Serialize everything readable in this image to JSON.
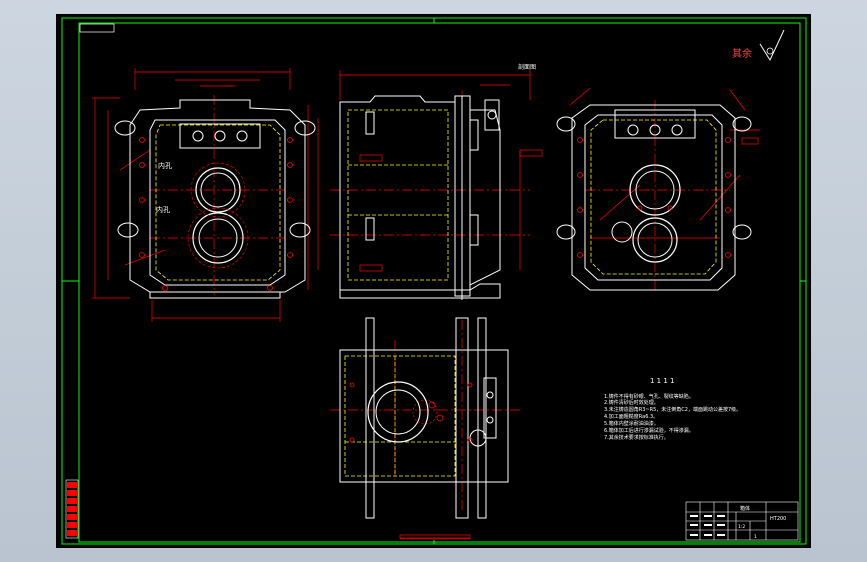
{
  "drawing": {
    "roughness_label": "其余",
    "view_labels": {
      "front_hole_label_1": "内孔",
      "front_hole_label_2": "内孔",
      "section_label": "剖面图"
    },
    "notes": {
      "heading": "1 1 1 1",
      "lines": [
        "1.铸件不得有砂眼、气孔、裂纹等缺陷。",
        "2.铸件清砂后时效处理。",
        "3.未注铸造圆角R3~R5，未注倒角C2，端面跳动公差按7级。",
        "4.加工面粗糙度Ra6.3。",
        "5.箱体内壁涂耐油油漆。",
        "6.箱体加工后进行渗漏试验，不得渗漏。",
        "7.其余技术要求按标准执行。"
      ]
    },
    "title_block": {
      "part_name": "箱体",
      "material": "HT200",
      "scale": "1:2",
      "sheet": "1",
      "weight": ""
    }
  },
  "colors": {
    "background": "#000000",
    "frame": "#00ff00",
    "outline": "#ffffff",
    "hidden": "#ffff00",
    "dimension": "#ff0000",
    "centerline": "#ff0000"
  }
}
